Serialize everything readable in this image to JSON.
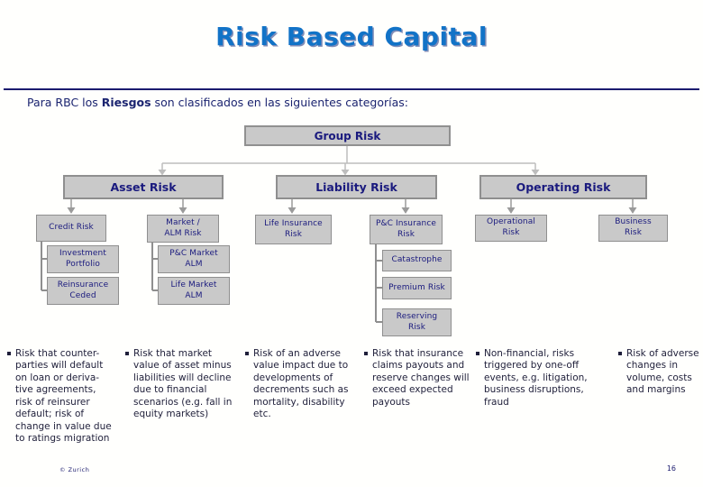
{
  "slide": {
    "title": "Risk Based Capital",
    "subtitle_prefix": "Para RBC los ",
    "subtitle_bold": "Riesgos",
    "subtitle_suffix": " son clasificados en las siguientes categorías:",
    "footer_copyright": "© Zurich",
    "page_number": "16"
  },
  "diagram": {
    "group": "Group Risk",
    "asset": "Asset Risk",
    "liability": "Liability Risk",
    "operating": "Operating Risk",
    "credit": "Credit Risk",
    "investment": "Investment\nPortfolio",
    "reinsurance": "Reinsurance\nCeded",
    "market_alm": "Market /\nALM Risk",
    "pc_market_alm": "P&C Market\nALM",
    "life_market_alm": "Life Market\nALM",
    "life_insurance": "Life Insurance\nRisk",
    "pc_insurance": "P&C Insurance\nRisk",
    "catastrophe": "Catastrophe",
    "premium": "Premium Risk",
    "reserving": "Reserving\nRisk",
    "operational": "Operational\nRisk",
    "business": "Business\nRisk"
  },
  "bullets": [
    "Risk that counter-parties will default on loan or deriva-tive agreements, risk of reinsurer default; risk of change in value due to ratings migration",
    "Risk that market value of asset minus liabilities will decline due to financial scenarios (e.g. fall in equity markets)",
    "Risk of an adverse value impact due to developments of decrements such as mortality, disability etc.",
    "Risk that insurance claims payouts and reserve changes will exceed expected payouts",
    "Non-financial,  risks triggered by one-off events, e.g. litigation, business disruptions, fraud",
    "Risk of adverse changes in volume, costs and margins"
  ],
  "colors": {
    "title_blue": "#1273c7",
    "navy_text": "#1a1a7e",
    "subtitle_navy": "#1b2470",
    "box_fill": "#c9c9c9",
    "box_border": "#8f8f8f",
    "group_connector_gray": "#bdbdbd",
    "arrow_gray": "#9a9a9a",
    "body_text": "#1f1f3a",
    "divider_navy": "#1b1b6e",
    "background": "#fffffd"
  }
}
